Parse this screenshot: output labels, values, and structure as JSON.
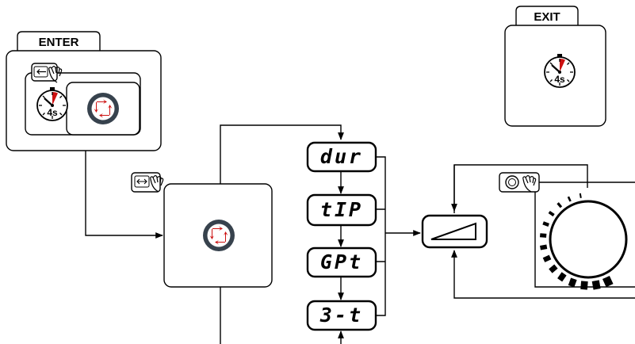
{
  "enter": {
    "label": "ENTER",
    "timer": "4s"
  },
  "exit": {
    "label": "EXIT",
    "timer": "4s"
  },
  "menu": [
    "dur",
    "tIP",
    "GPt",
    "3-t"
  ],
  "icons": {
    "timer": "stopwatch-icon",
    "rotary": "rotary-knob-icon",
    "hand_back": "hand-press-back-icon",
    "hand_arrows": "hand-press-arrows-icon",
    "hand_knob": "hand-press-knob-icon",
    "ramp": "ramp-icon",
    "dial": "dial-knob-icon"
  },
  "colors": {
    "accent": "#cc1111",
    "knob_ring": "#37424d"
  }
}
